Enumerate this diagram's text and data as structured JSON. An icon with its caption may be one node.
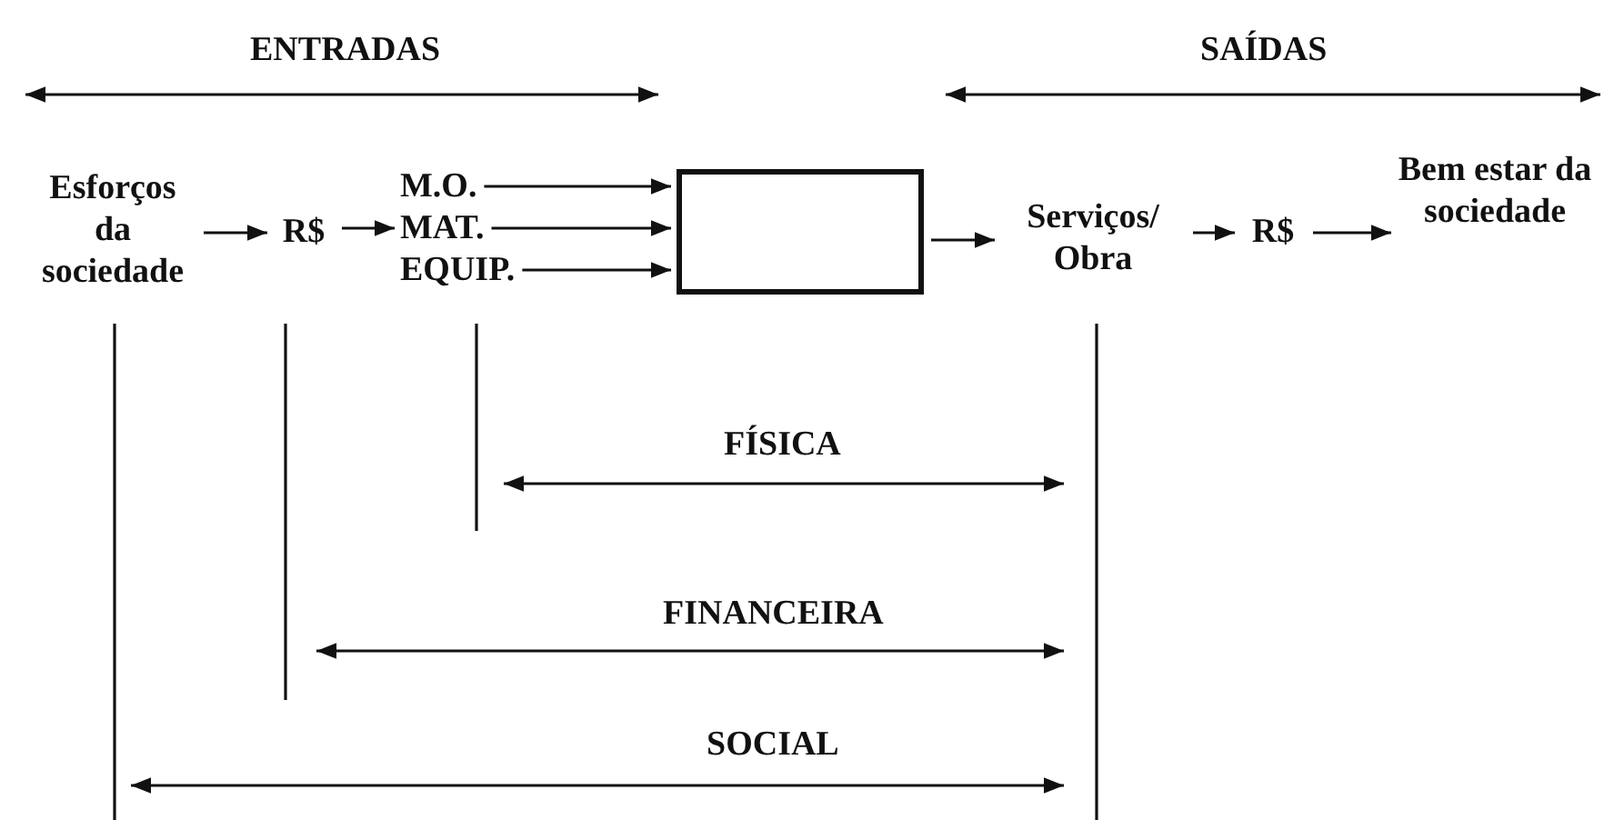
{
  "diagram": {
    "nodes": [
      {
        "text": [
          "Esforços da sociedade"
        ]
      },
      {
        "text": [
          "R$"
        ]
      },
      {
        "text": [
          "M.O."
        ]
      },
      {
        "text": [
          "MAT."
        ]
      },
      {
        "text": [
          "EQUIP."
        ]
      },
      {
        "text": [],
        "shape": "box"
      },
      {
        "text": [
          "Serviços/ Obra"
        ]
      },
      {
        "text": [
          "R$"
        ]
      },
      {
        "text": [
          "Bem estar da sociedade"
        ]
      }
    ],
    "edges": [
      {
        "from": 0,
        "to": 1,
        "arrow": "to"
      },
      {
        "from": 1,
        "to": 3,
        "arrow": "to"
      },
      {
        "from": 2,
        "to": 5,
        "arrow": "to"
      },
      {
        "from": 3,
        "to": 5,
        "arrow": "to"
      },
      {
        "from": 4,
        "to": 5,
        "arrow": "to"
      },
      {
        "from": 5,
        "to": 6,
        "arrow": "to"
      },
      {
        "from": 6,
        "to": 7,
        "arrow": "to"
      },
      {
        "from": 7,
        "to": 8,
        "arrow": "to"
      }
    ],
    "labels": [
      "ENTRADAS",
      "SAÍDAS",
      "FÍSICA",
      "FINANCEIRA",
      "SOCIAL"
    ]
  }
}
